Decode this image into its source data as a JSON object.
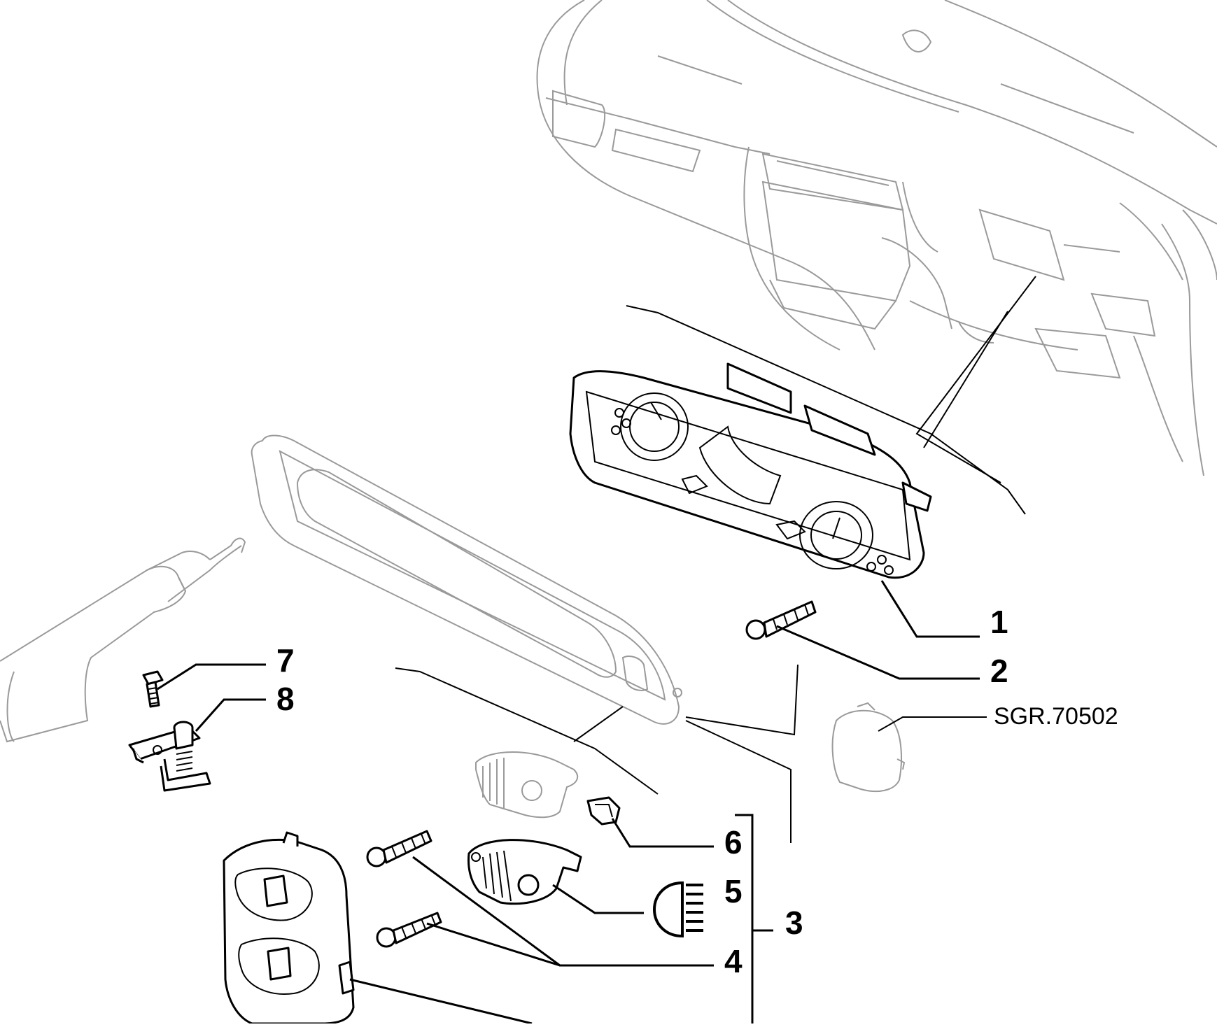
{
  "diagram": {
    "reference": "SGR.70502",
    "callouts": [
      {
        "id": "1",
        "label": "1"
      },
      {
        "id": "2",
        "label": "2"
      },
      {
        "id": "3",
        "label": "3"
      },
      {
        "id": "4",
        "label": "4"
      },
      {
        "id": "5",
        "label": "5"
      },
      {
        "id": "6",
        "label": "6"
      },
      {
        "id": "7",
        "label": "7"
      },
      {
        "id": "8",
        "label": "8"
      }
    ],
    "parts": [
      {
        "name": "dashboard-outline",
        "icon": "dashboard-icon"
      },
      {
        "name": "instrument-cluster",
        "icon": "instrument-cluster-icon"
      },
      {
        "name": "cluster-bezel",
        "icon": "bezel-icon"
      },
      {
        "name": "screw",
        "icon": "screw-icon"
      },
      {
        "name": "bulb",
        "icon": "bulb-icon"
      },
      {
        "name": "bulb-holder",
        "icon": "bulb-holder-icon"
      },
      {
        "name": "clip",
        "icon": "clip-icon"
      },
      {
        "name": "bolt",
        "icon": "bolt-icon"
      },
      {
        "name": "switch",
        "icon": "switch-icon"
      },
      {
        "name": "handbrake-lever",
        "icon": "handbrake-icon"
      },
      {
        "name": "switch-cover",
        "icon": "cover-icon"
      },
      {
        "name": "lighting-symbol",
        "icon": "headlight-icon"
      }
    ],
    "colors": {
      "line": "#000000",
      "ghost": "#9a9a9a",
      "background": "#ffffff"
    }
  }
}
